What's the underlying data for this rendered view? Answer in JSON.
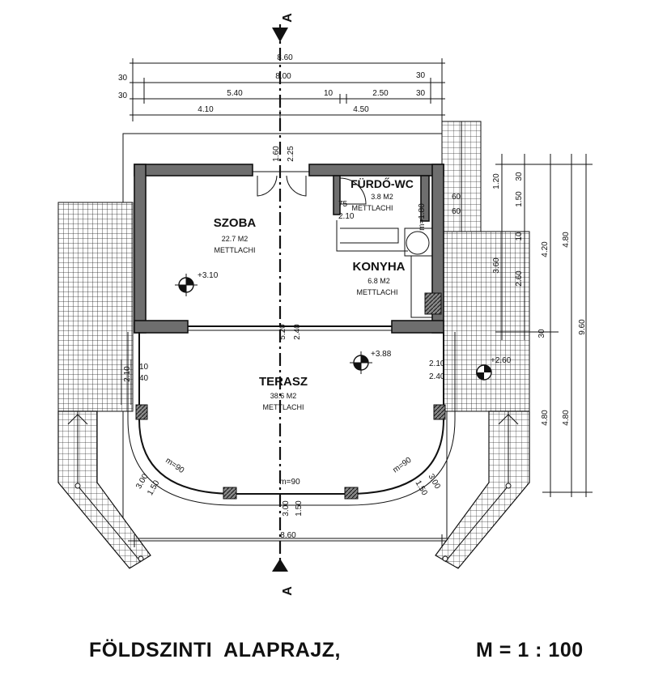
{
  "title": {
    "plan_name": "FÖLDSZINTI  ALAPRAJZ,",
    "scale": "M = 1 : 100"
  },
  "section_marks": {
    "top": "A",
    "bottom": "A"
  },
  "rooms": {
    "szoba": {
      "name": "SZOBA",
      "area": "22.7 M2",
      "floor": "METTLACHI",
      "level": "+3.10"
    },
    "furdo": {
      "name": "FÜRDŐ-WC",
      "area": "3.8 M2",
      "floor": "METTLACHI",
      "door_w": "75",
      "door_h": "2.10",
      "window": "m=1.80"
    },
    "konyha": {
      "name": "KONYHA",
      "area": "6.8 M2",
      "floor": "METTLACHI"
    },
    "terasz": {
      "name": "TERASZ",
      "area": "38.6 M2",
      "floor": "METTLACHI",
      "level": "+3.88"
    }
  },
  "side_level": "+2.60",
  "top_dims": {
    "total": "8.60",
    "inner": "8.00",
    "left_gap": "30",
    "right_gap": "30",
    "seg_540": "5.40",
    "seg_10": "10",
    "seg_250": "2.50",
    "seg_30a": "30",
    "seg_30b": "30",
    "seg_410": "4.10",
    "seg_450": "4.50"
  },
  "opening_dims": {
    "w": "1.60",
    "h": "2.25"
  },
  "furdo_window": {
    "a": "60",
    "b": "60"
  },
  "terrace_door": {
    "w": "5.20",
    "h": "2.40"
  },
  "right_dims": {
    "d120": "1.20",
    "d30a": "30",
    "d150": "1.50",
    "d10": "10",
    "d420": "4.20",
    "d480a": "4.80",
    "d360": "3.60",
    "d260": "2.60",
    "d30b": "30",
    "d960": "9.60",
    "d480b": "4.80",
    "d480c": "4.80"
  },
  "left_dims": {
    "a": "10",
    "b": "40",
    "c": "2.10"
  },
  "right_small_dims": {
    "a": "2.10",
    "b": "2.40"
  },
  "arc_dims": {
    "m90_left": "m=90",
    "m90_right": "m=90",
    "m90_mid": "m=90",
    "left_300": "3.00",
    "left_150": "1.50",
    "right_300": "3.00",
    "right_150": "1.50",
    "mid_300": "3.00",
    "mid_150": "1.50"
  },
  "bottom_dim": "8.60"
}
